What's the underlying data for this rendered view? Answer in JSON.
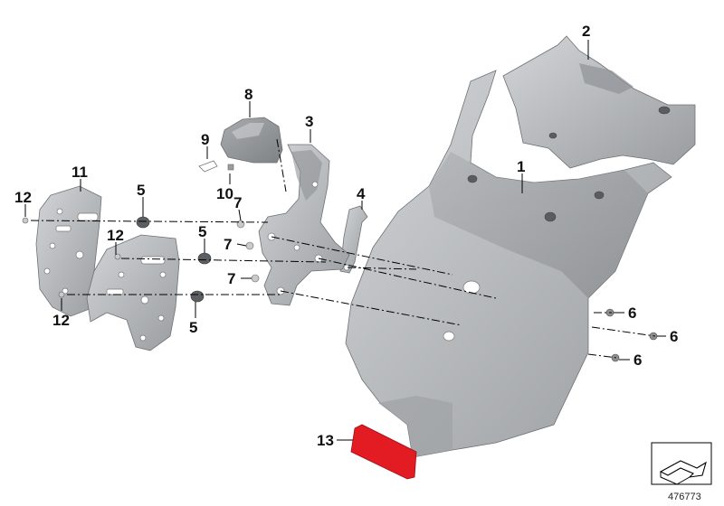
{
  "diagram": {
    "reference_number": "476773",
    "callouts": {
      "c1": "1",
      "c2": "2",
      "c4": "4",
      "c3": "3",
      "c8": "8",
      "c9": "9",
      "c10": "10",
      "c11": "11",
      "c12a": "12",
      "c12b": "12",
      "c12c": "12",
      "c5a": "5",
      "c5b": "5",
      "c5c": "5",
      "c7a": "7",
      "c7b": "7",
      "c7c": "7",
      "c6a": "6",
      "c6b": "6",
      "c6c": "6",
      "c13": "13"
    },
    "colors": {
      "part_fill": "#b7babd",
      "part_shadow": "#8d9093",
      "reflector": "#e31b23"
    }
  }
}
